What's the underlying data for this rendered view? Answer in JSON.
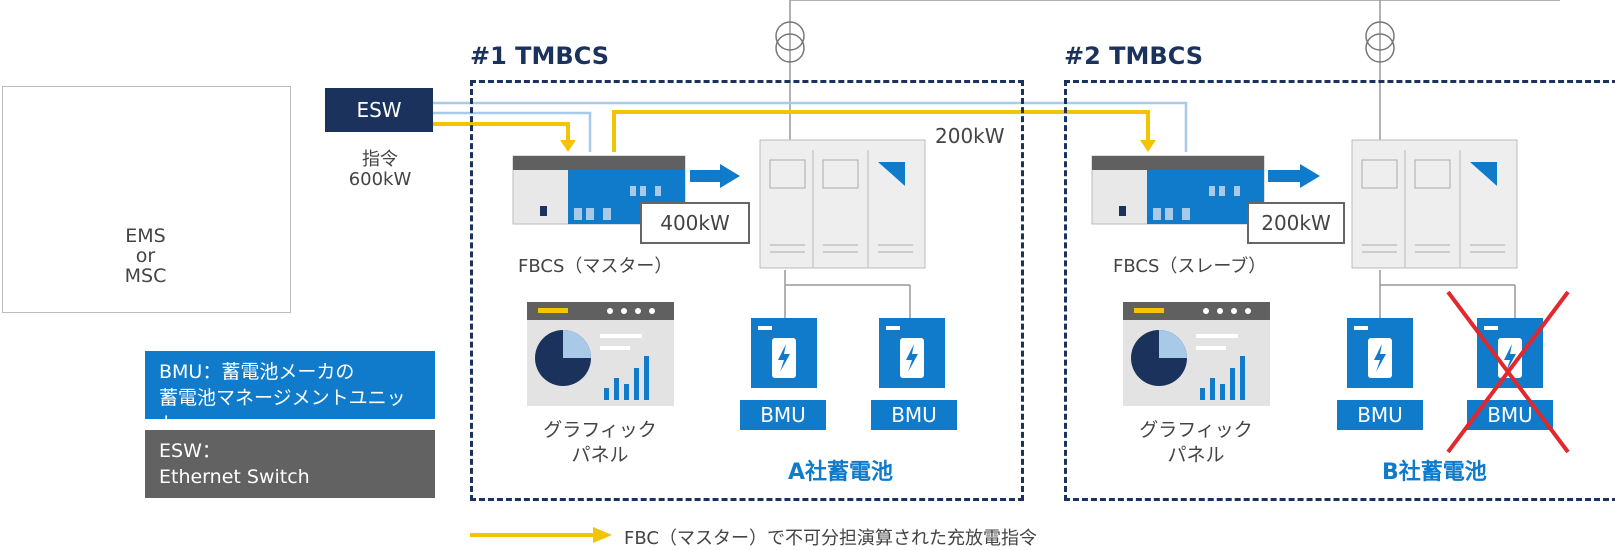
{
  "ems": {
    "label_lines": [
      "EMS",
      "or",
      "MSC"
    ]
  },
  "esw": {
    "label": "ESW",
    "command_label_lines": [
      "指令",
      "600kW"
    ]
  },
  "systems": [
    {
      "title": "#1 TMBCS",
      "kw_top": "200kW",
      "kw_box": "400kW",
      "fbcs_label": "FBCS（マスター）",
      "panel_label_lines": [
        "グラフィック",
        "パネル"
      ],
      "bmu_labels": [
        "BMU",
        "BMU"
      ],
      "battery_maker": "A社蓄電池"
    },
    {
      "title": "#2 TMBCS",
      "kw_box": "200kW",
      "fbcs_label": "FBCS（スレーブ）",
      "panel_label_lines": [
        "グラフィック",
        "パネル"
      ],
      "bmu_labels": [
        "BMU",
        "BMU"
      ],
      "battery_maker": "B社蓄電池"
    }
  ],
  "legend": {
    "bmu_lines": [
      "BMU：蓄電池メーカの",
      "蓄電池マネージメントユニット"
    ],
    "esw_lines": [
      "ESW：",
      "Ethernet Switch"
    ],
    "arrow_text": "FBC（マスター）で不可分担演算された充放電指令"
  },
  "colors": {
    "navy": "#1b335c",
    "blue": "#0f7bca",
    "light_blue": "#a9c9e8",
    "yellow": "#f5c400",
    "red": "#e0282e",
    "gray": "#626262"
  }
}
